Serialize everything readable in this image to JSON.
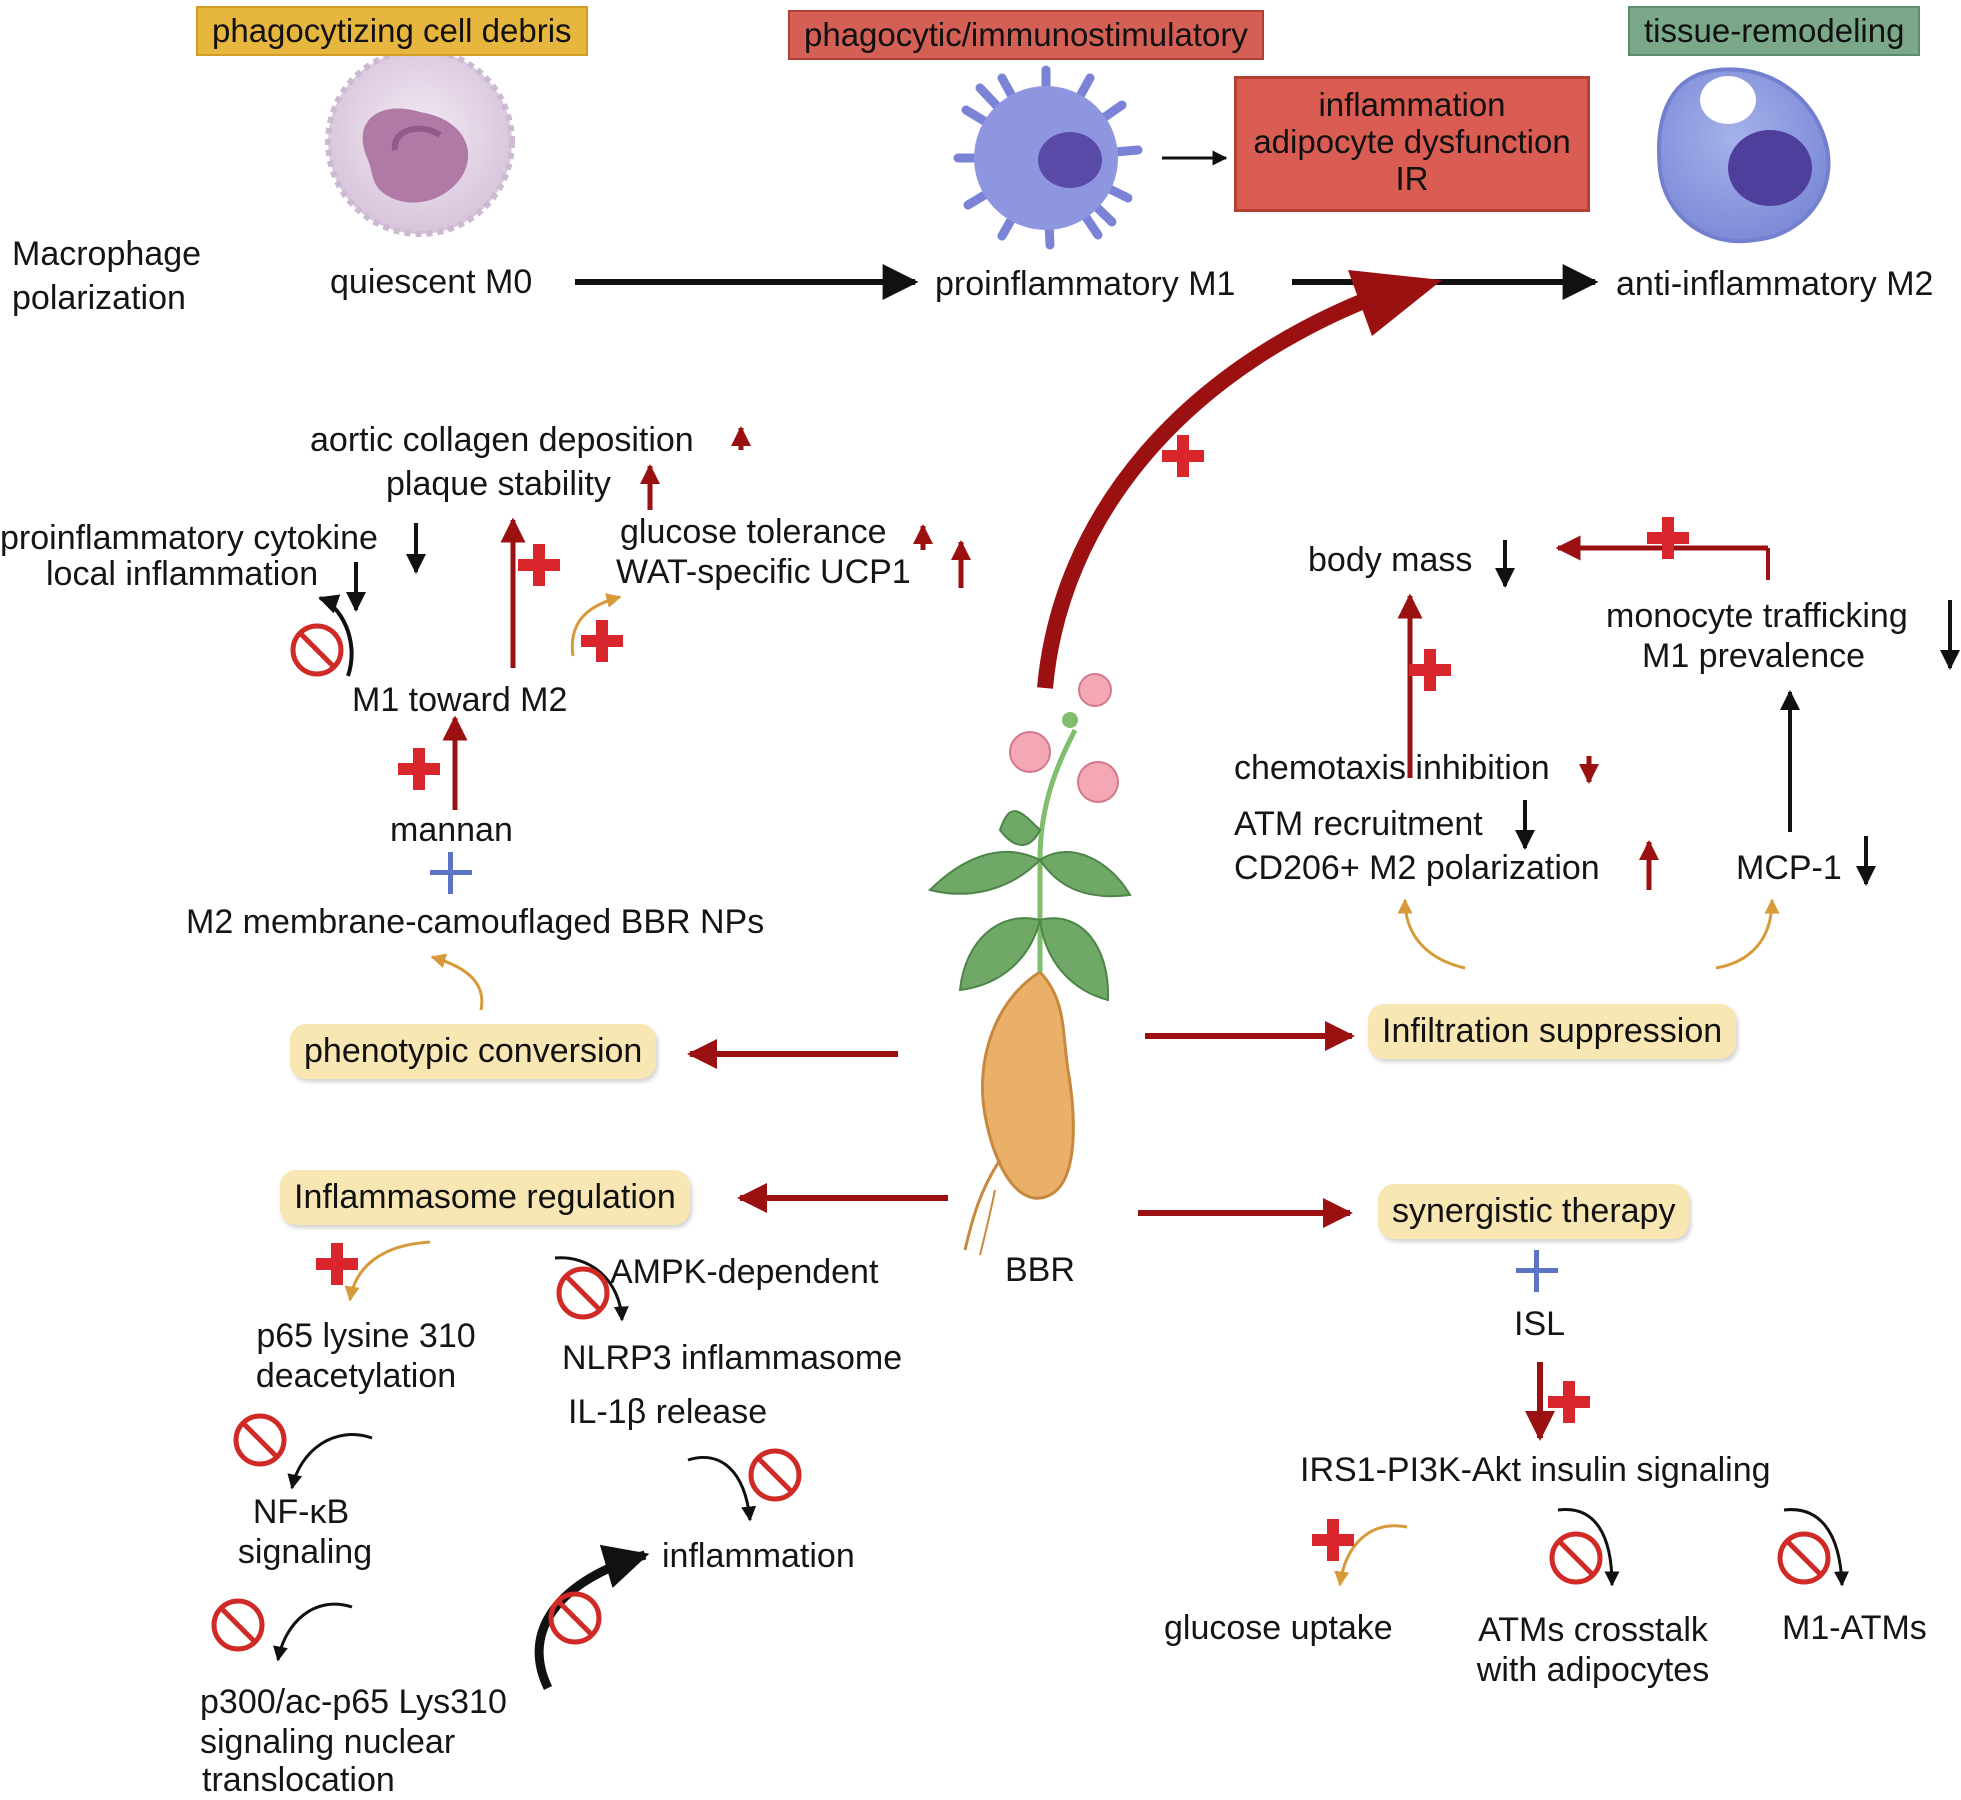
{
  "header": {
    "tag_m0": "phagocytizing cell debris",
    "tag_m1": "phagocytic/immunostimulatory",
    "tag_m2": "tissue-remodeling",
    "effects_box": [
      "inflammation",
      "adipocyte dysfunction",
      "IR"
    ],
    "row_label": "Macrophage polarization",
    "m0": "quiescent M0",
    "m1": "proinflammatory M1",
    "m2": "anti-inflammatory M2"
  },
  "phenotypic": {
    "aortic": "aortic collagen deposition",
    "plaque": "plaque stability",
    "cytokine": "proinflammatory cytokine",
    "local": "local inflammation",
    "glucose_tol": "glucose tolerance",
    "ucp1": "WAT-specific UCP1",
    "m1_to_m2": "M1 toward M2",
    "mannan": "mannan",
    "nps": "M2 membrane-camouflaged BBR NPs",
    "category": "phenotypic conversion"
  },
  "infiltration": {
    "body_mass": "body mass",
    "trafficking": "monocyte trafficking",
    "prevalence": "M1 prevalence",
    "chemotaxis": "chemotaxis inhibition",
    "atm": "ATM recruitment",
    "cd206": "CD206+ M2 polarization",
    "mcp": "MCP-1",
    "category": "Infiltration suppression"
  },
  "center": {
    "bbr": "BBR"
  },
  "inflammasome": {
    "category": "Inflammasome regulation",
    "ampk": "AMPK-dependent",
    "p65": [
      "p65 lysine 310",
      "deacetylation"
    ],
    "nlrp3": "NLRP3 inflammasome",
    "il1b": "IL-1β release",
    "nfkb": [
      "NF-κB",
      "signaling"
    ],
    "inflammation": "inflammation",
    "p300": [
      "p300/ac-p65 Lys310",
      "signaling nuclear",
      "translocation"
    ]
  },
  "synergy": {
    "category": "synergistic therapy",
    "isl": "ISL",
    "irs1": "IRS1-PI3K-Akt insulin signaling",
    "glucose_uptake": "glucose uptake",
    "crosstalk": [
      "ATMs crosstalk",
      "with adipocytes"
    ],
    "m1_atms": "M1-ATMs"
  },
  "colors": {
    "dark_red": "#9b1010",
    "promote_plus": "#d8262c",
    "combine_plus": "#5b74c4",
    "inhibit": "#d02a26",
    "curve_orange": "#d79a3a",
    "pill": "#f8e6b3"
  }
}
